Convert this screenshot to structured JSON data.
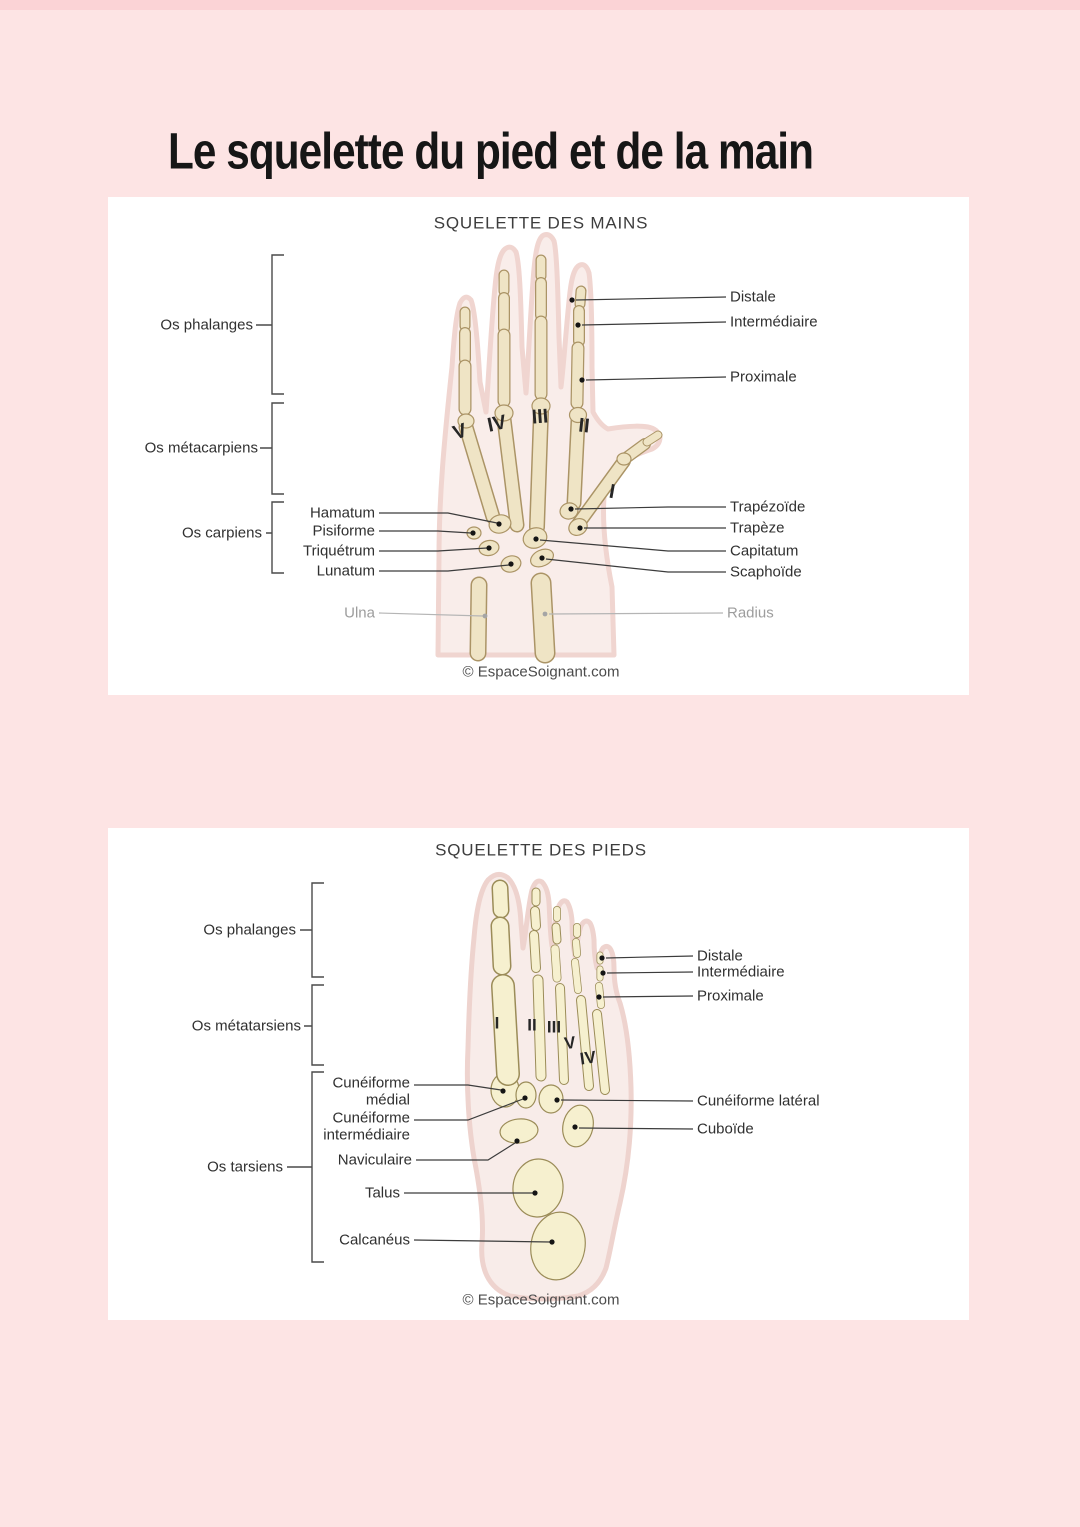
{
  "page": {
    "title": "Le squelette du pied et de la main"
  },
  "hand_panel": {
    "title": "SQUELETTE DES MAINS",
    "copyright": "© EspaceSoignant.com",
    "groups": {
      "phalanges": "Os phalanges",
      "metacarpiens": "Os métacarpiens",
      "carpiens": "Os carpiens"
    },
    "carpals_left": {
      "hamatum": "Hamatum",
      "pisiforme": "Pisiforme",
      "triquetrum": "Triquétrum",
      "lunatum": "Lunatum"
    },
    "phalanx_labels": {
      "distale": "Distale",
      "intermediaire": "Intermédiaire",
      "proximale": "Proximale"
    },
    "carpals_right": {
      "trapezoide": "Trapézoïde",
      "trapeze": "Trapèze",
      "capitatum": "Capitatum",
      "scaphoide": "Scaphoïde"
    },
    "forearm": {
      "ulna": "Ulna",
      "radius": "Radius"
    },
    "numerals": [
      "V",
      "IV",
      "III",
      "II",
      "I"
    ]
  },
  "foot_panel": {
    "title": "SQUELETTE DES PIEDS",
    "copyright": "© EspaceSoignant.com",
    "groups": {
      "phalanges": "Os phalanges",
      "metatarsiens": "Os métatarsiens",
      "tarsiens": "Os tarsiens"
    },
    "tarsals_left": {
      "cuneiforme_medial_line1": "Cunéiforme",
      "cuneiforme_medial_line2": "médial",
      "cuneiforme_intermediaire_line1": "Cunéiforme",
      "cuneiforme_intermediaire_line2": "intermédiaire",
      "naviculaire": "Naviculaire",
      "talus": "Talus",
      "calcaneus": "Calcanéus"
    },
    "phalanx_labels": {
      "distale": "Distale",
      "intermediaire": "Intermédiaire",
      "proximale": "Proximale"
    },
    "tarsals_right": {
      "cuneiforme_lateral": "Cunéiforme latéral",
      "cuboide": "Cuboïde"
    },
    "numerals": [
      "I",
      "II",
      "III",
      "V",
      "IV"
    ]
  },
  "colors": {
    "background": "#fde4e4",
    "panel": "#ffffff",
    "hand_bone_fill": "#efe4c5",
    "hand_bone_stroke": "#ab9466",
    "foot_bone_fill": "#f6f0cf",
    "foot_bone_stroke": "#9b8c58",
    "skin_fill": "#f9edea",
    "skin_stroke": "#f0d5d0",
    "label_text": "#303030",
    "muted_text": "#9d9d9d"
  }
}
